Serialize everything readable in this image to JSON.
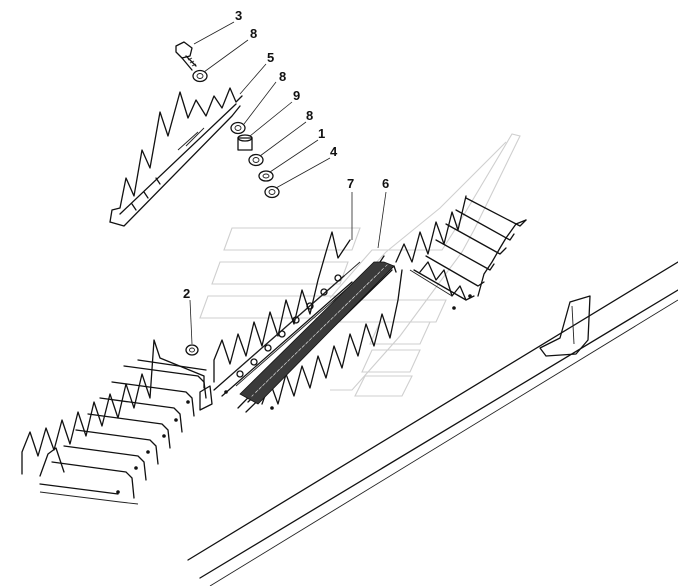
{
  "diagram": {
    "callouts": [
      {
        "id": "c3",
        "label": "3",
        "part": "bolt"
      },
      {
        "id": "c8a",
        "label": "8",
        "part": "nut"
      },
      {
        "id": "c5",
        "label": "5",
        "part": "knife-guard"
      },
      {
        "id": "c8b",
        "label": "8",
        "part": "nut"
      },
      {
        "id": "c9",
        "label": "9",
        "part": "spacer-bushing"
      },
      {
        "id": "c8c",
        "label": "8",
        "part": "nut"
      },
      {
        "id": "c1",
        "label": "1",
        "part": "washer"
      },
      {
        "id": "c4",
        "label": "4",
        "part": "nut"
      },
      {
        "id": "c7",
        "label": "7",
        "part": "knife-back-strip"
      },
      {
        "id": "c6",
        "label": "6",
        "part": "knife-section-bar"
      },
      {
        "id": "c2",
        "label": "2",
        "part": "nut"
      }
    ]
  }
}
